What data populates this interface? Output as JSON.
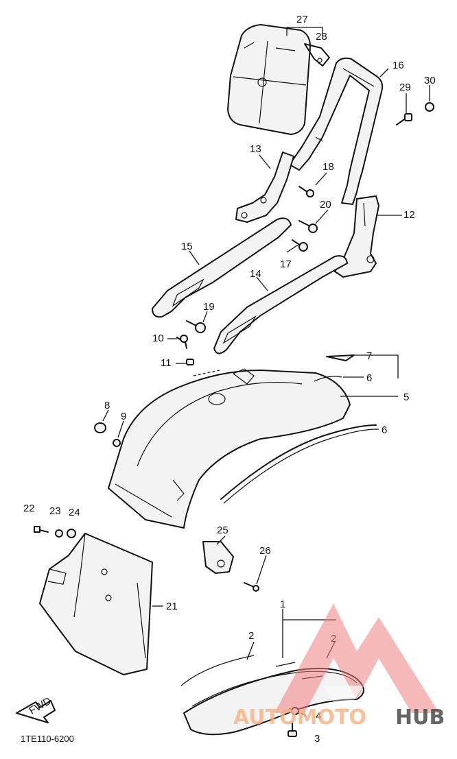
{
  "diagram_code": "1TE110-6200",
  "fwd_label": "FWD",
  "watermark": {
    "text_part_a": "AUTOMOTO",
    "text_part_b": "HUB",
    "color_a": "#f4b183",
    "color_b": "#555555",
    "logo_color": "#f08080"
  },
  "callouts": [
    "27",
    "28",
    "16",
    "29",
    "30",
    "13",
    "18",
    "20",
    "12",
    "15",
    "17",
    "14",
    "19",
    "10",
    "11",
    "7",
    "6",
    "5",
    "6",
    "8",
    "9",
    "22",
    "23",
    "24",
    "25",
    "26",
    "21",
    "1",
    "2",
    "2",
    "4",
    "3"
  ],
  "colors": {
    "line": "#111111",
    "part_fill": "#f3f3f3"
  }
}
